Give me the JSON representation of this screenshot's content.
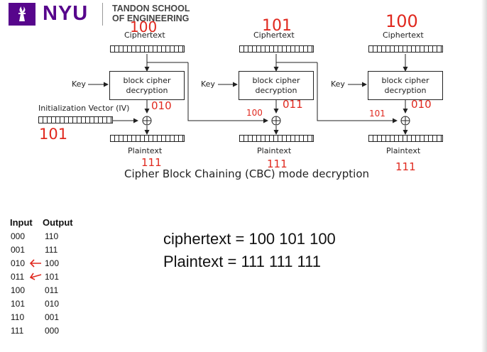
{
  "header": {
    "logo_text": "NYU",
    "school_line1": "TANDON SCHOOL",
    "school_line2": "OF ENGINEERING"
  },
  "diagram": {
    "stage_labels": {
      "ciphertext": "Ciphertext",
      "plaintext": "Plaintext",
      "key": "Key",
      "block_line1": "block cipher",
      "block_line2": "decryption"
    },
    "iv_label": "Initialization Vector (IV)",
    "caption": "Cipher Block Chaining (CBC) mode decryption"
  },
  "annotations": {
    "ct": [
      "100",
      "101",
      "100"
    ],
    "dec": [
      "010",
      "011",
      "010"
    ],
    "xor_in": [
      "100",
      "101"
    ],
    "pt": [
      "111",
      "111",
      "111"
    ],
    "iv_value": "101"
  },
  "table": {
    "headers": [
      "Input",
      "Output"
    ],
    "rows": [
      [
        "000",
        "110"
      ],
      [
        "001",
        "111"
      ],
      [
        "010",
        "100"
      ],
      [
        "011",
        "101"
      ],
      [
        "100",
        "011"
      ],
      [
        "101",
        "010"
      ],
      [
        "110",
        "001"
      ],
      [
        "111",
        "000"
      ]
    ],
    "arrow_rows": [
      2,
      3
    ]
  },
  "equations": {
    "ciphertext": "ciphertext = 100 101 100",
    "plaintext": "Plaintext = 111 111 111"
  },
  "colors": {
    "nyu_purple": "#57068c",
    "annotation_red": "#e0281e",
    "ink": "#222222"
  }
}
